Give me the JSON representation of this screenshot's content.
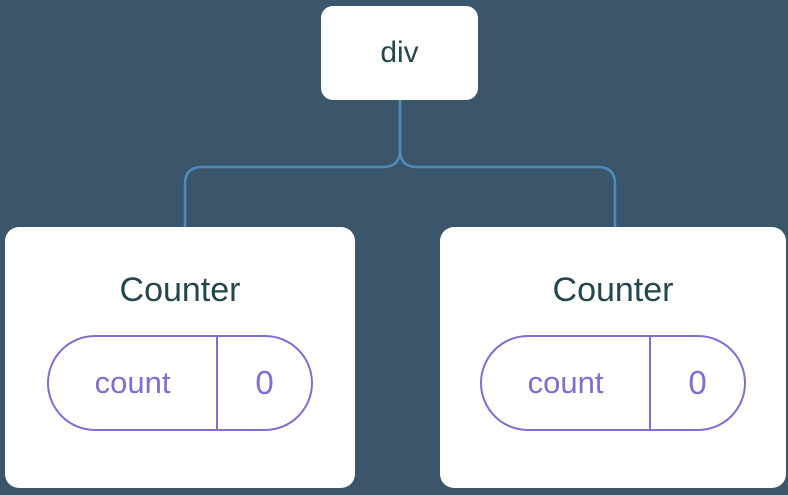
{
  "page": {
    "background_color": "#3B566B"
  },
  "tree": {
    "root": {
      "label": "div"
    },
    "connector": {
      "color": "#4E8BBA"
    },
    "children": [
      {
        "title": "Counter",
        "state_pill": {
          "name": "count",
          "value": "0"
        }
      },
      {
        "title": "Counter",
        "state_pill": {
          "name": "count",
          "value": "0"
        }
      }
    ],
    "colors": {
      "node_background": "#FFFFFF",
      "node_text": "#23464F",
      "state_accent": "#7E6FD0"
    }
  }
}
